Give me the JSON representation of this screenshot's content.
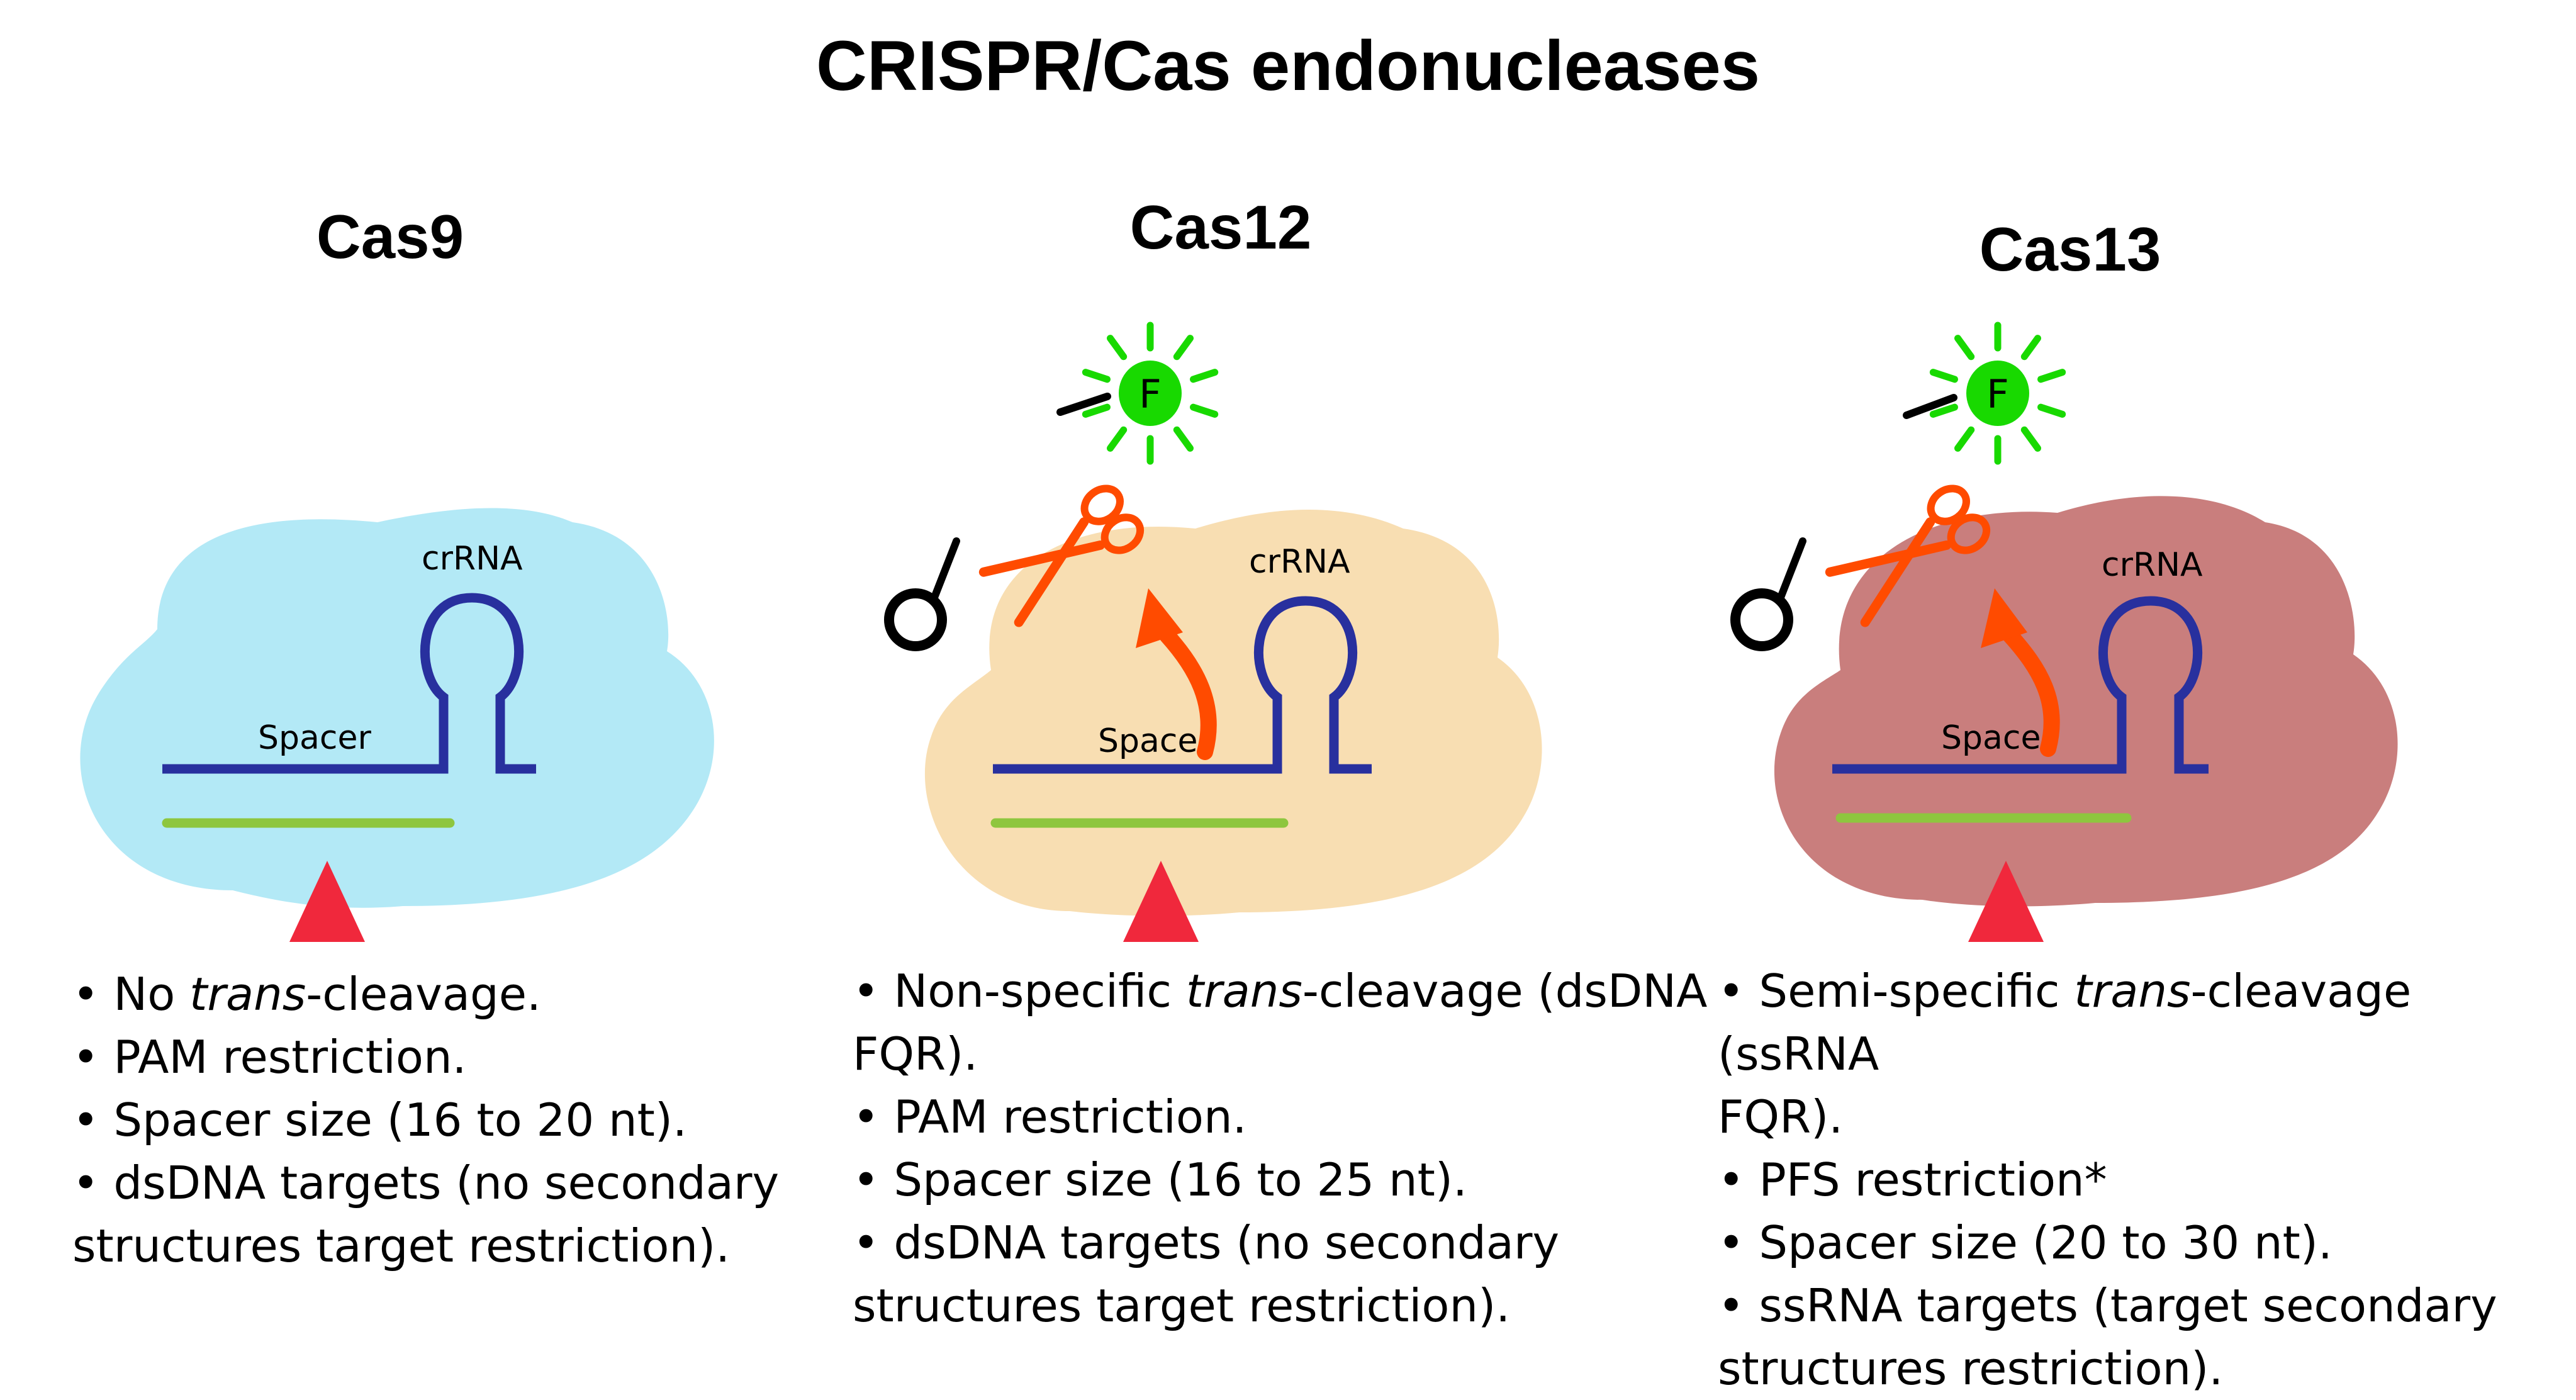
{
  "title": "CRISPR/Cas endonucleases",
  "colors": {
    "cas9_body": "#b3e9f6",
    "cas12_body": "#f8deb2",
    "cas13_body": "#c97e7d",
    "crrna": "#28309e",
    "target_strand": "#8ec63f",
    "pam_triangle": "#f0283c",
    "scissors": "#ff4b00",
    "fluorophore": "#18d900",
    "quencher": "#000000"
  },
  "panels": [
    {
      "name": "Cas9",
      "crrna_label": "crRNA",
      "spacer_label": "Spacer",
      "bullets": [
        {
          "bullet": "•",
          "prefix": "No ",
          "italic": "trans",
          "suffix": "-cleavage."
        },
        {
          "bullet": "•",
          "text": "PAM restriction."
        },
        {
          "bullet": "•",
          "text": "Spacer size (16 to 20 nt)."
        },
        {
          "bullet": "•",
          "text": "dsDNA targets (no secondary",
          "continuation": "structures target restriction)."
        }
      ]
    },
    {
      "name": "Cas12",
      "crrna_label": "crRNA",
      "spacer_label": "Spacer",
      "fluorophore_label": "F",
      "bullets": [
        {
          "bullet": "•",
          "prefix": "Non-specific ",
          "italic": "trans",
          "suffix": "-cleavage (dsDNA",
          "continuation": "FQR)."
        },
        {
          "bullet": "•",
          "text": "PAM restriction."
        },
        {
          "bullet": "•",
          "text": "Spacer size (16 to 25 nt)."
        },
        {
          "bullet": "•",
          "text": "dsDNA targets (no secondary",
          "continuation": "structures target restriction)."
        }
      ]
    },
    {
      "name": "Cas13",
      "crrna_label": "crRNA",
      "spacer_label": "Spacer",
      "fluorophore_label": "F",
      "bullets": [
        {
          "bullet": "•",
          "prefix": "Semi-specific ",
          "italic": "trans",
          "suffix": "-cleavage (ssRNA",
          "continuation": "FQR)."
        },
        {
          "bullet": "•",
          "text": "PFS restriction*"
        },
        {
          "bullet": "•",
          "text": "Spacer size (20 to 30 nt)."
        },
        {
          "bullet": "•",
          "text": "ssRNA targets (target secondary",
          "continuation": "structures restriction)."
        }
      ]
    }
  ]
}
